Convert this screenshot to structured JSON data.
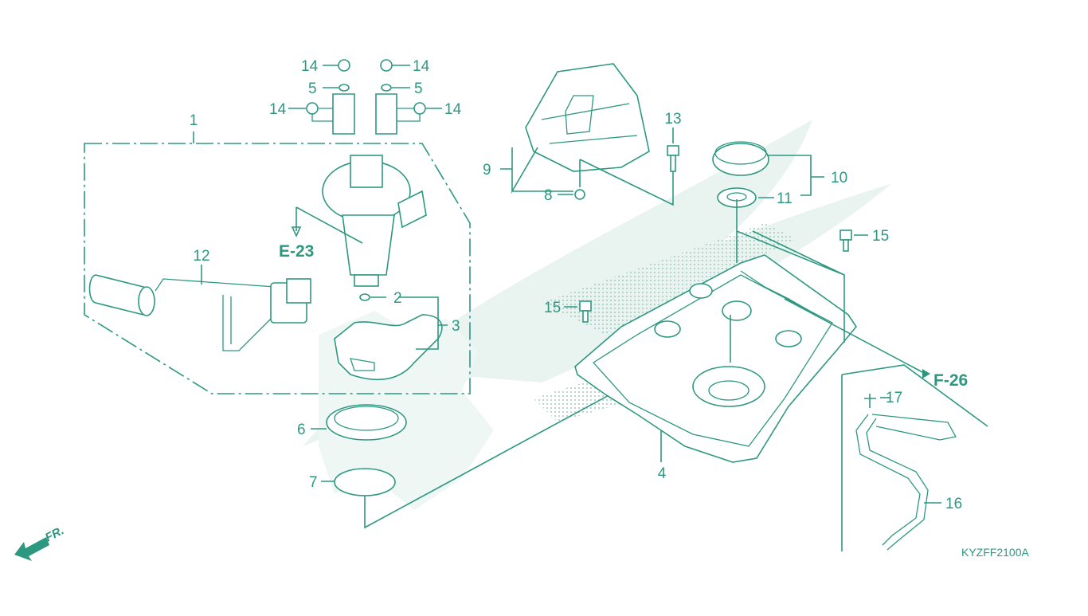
{
  "diagram": {
    "callouts": {
      "c1": "1",
      "c2": "2",
      "c3": "3",
      "c4": "4",
      "c5a": "5",
      "c5b": "5",
      "c6": "6",
      "c7": "7",
      "c8": "8",
      "c9": "9",
      "c10": "10",
      "c11": "11",
      "c12": "12",
      "c13": "13",
      "c14a": "14",
      "c14b": "14",
      "c14c": "14",
      "c14d": "14",
      "c15a": "15",
      "c15b": "15",
      "c16": "16",
      "c17": "17"
    },
    "references": {
      "e23": "E-23",
      "f26": "F-26"
    },
    "front_marker": "FR.",
    "figure_code": "KYZFF2100A",
    "colors": {
      "line": "#2d9880",
      "watermark": "#e6f2ee"
    }
  }
}
